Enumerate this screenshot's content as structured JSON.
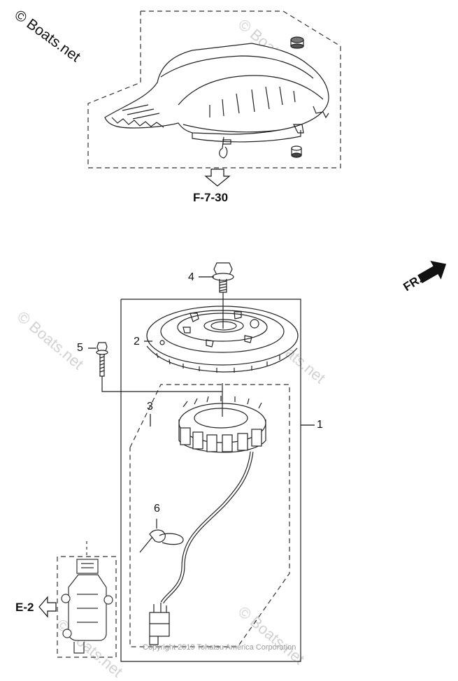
{
  "watermark": {
    "main": "© Boats.net",
    "faint": "© Boats.net"
  },
  "references": {
    "top": "F-7-30",
    "left": "E-2",
    "front": "FR."
  },
  "callouts": [
    "1",
    "2",
    "3",
    "4",
    "5",
    "6"
  ],
  "copyright": "Copyright 2019 Tohatsu America Corporation"
}
